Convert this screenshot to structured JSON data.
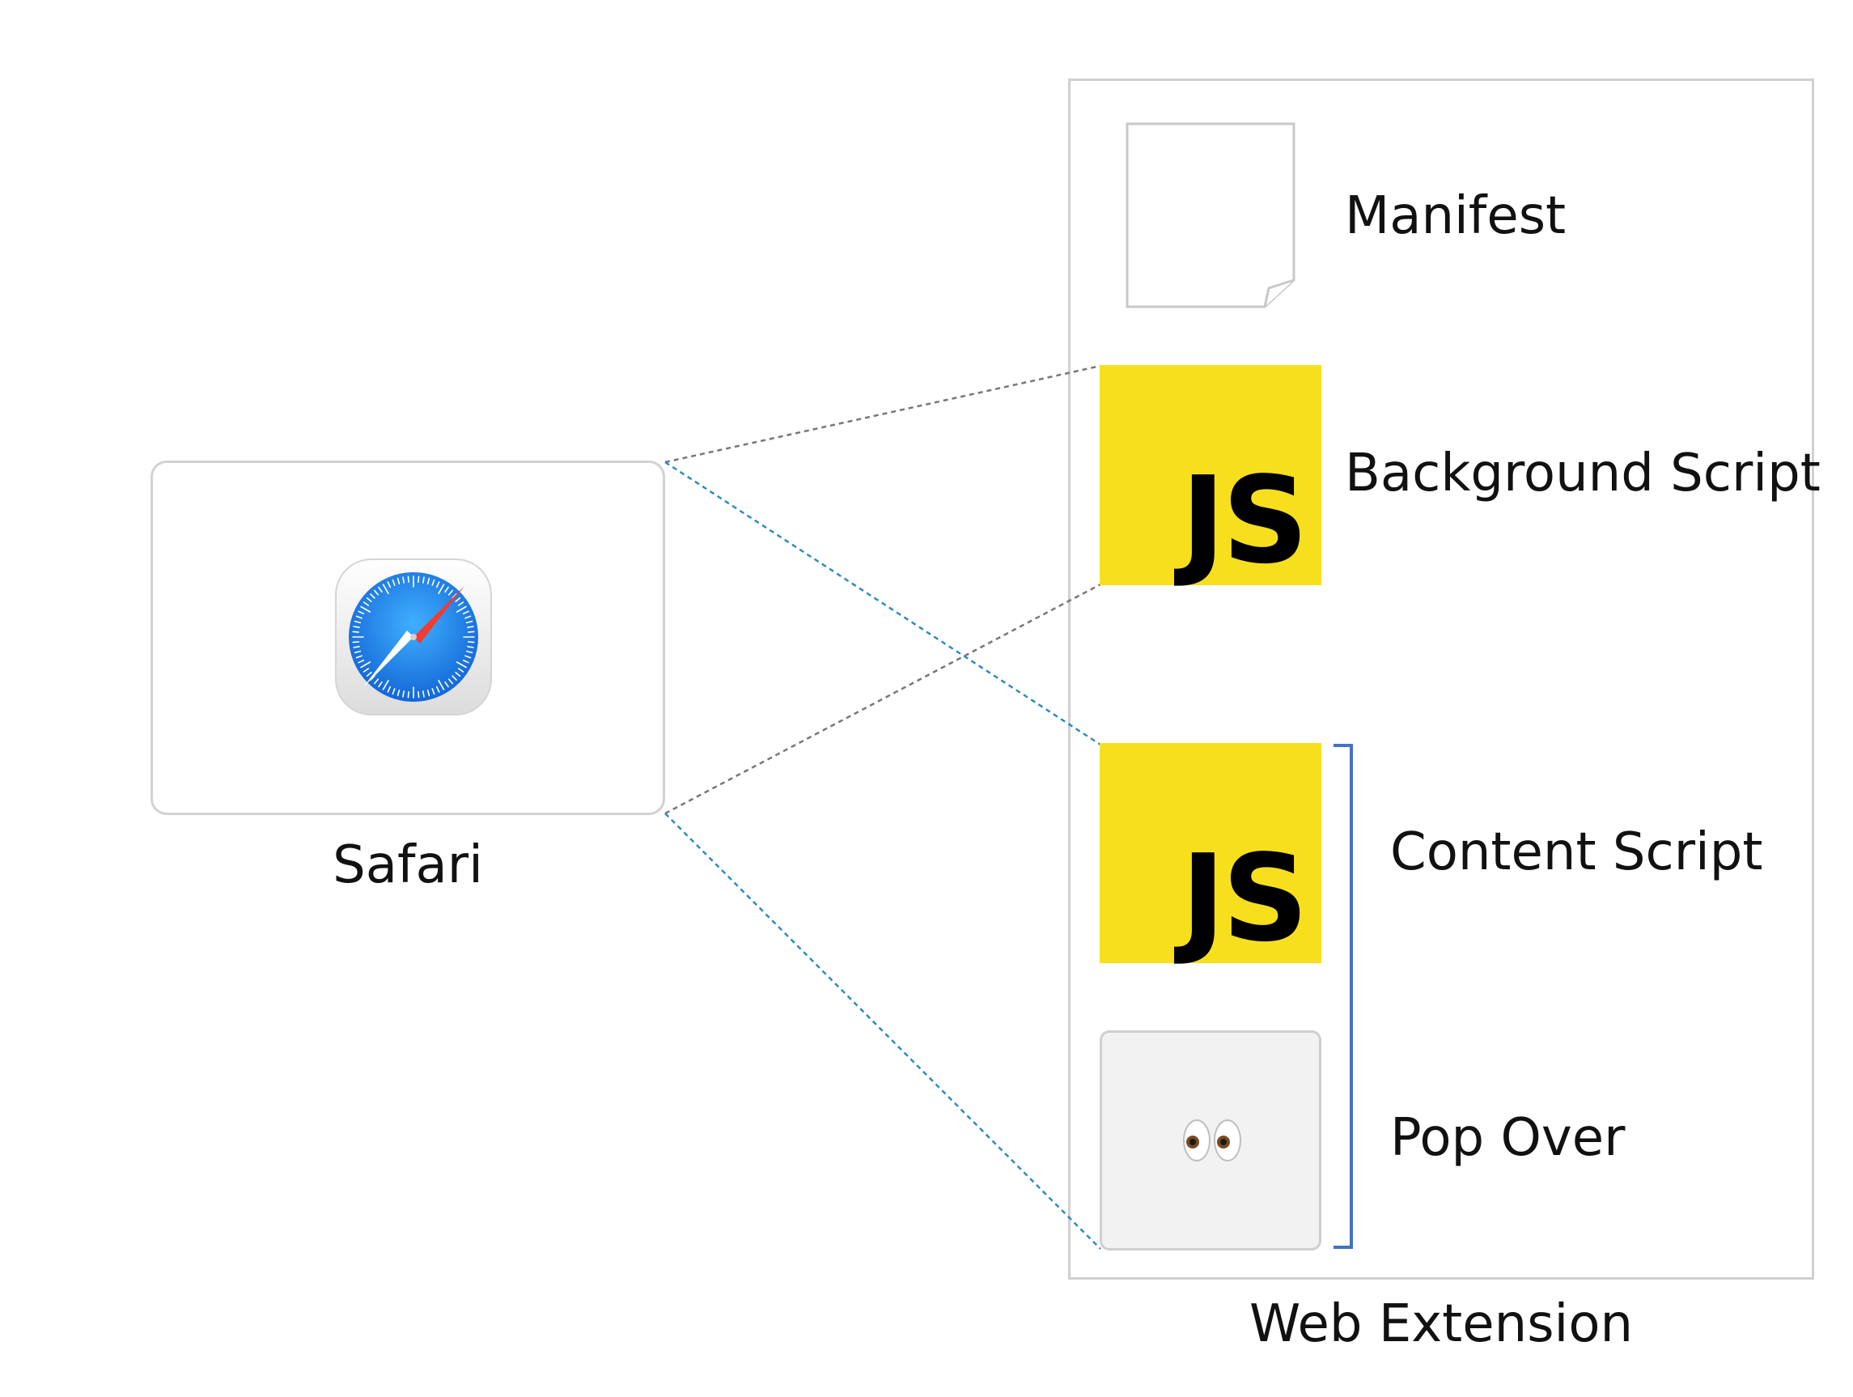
{
  "safari": {
    "label": "Safari",
    "icon": "safari-compass-icon"
  },
  "extension": {
    "label": "Web Extension",
    "components": {
      "manifest": {
        "label": "Manifest",
        "icon": "document-icon"
      },
      "background_script": {
        "label": "Background Script",
        "icon": "js-logo-icon",
        "logo_text": "JS"
      },
      "content_script": {
        "label": "Content Script",
        "icon": "js-logo-icon",
        "logo_text": "JS"
      },
      "pop_over": {
        "label": "Pop Over",
        "icon": "eyes-icon"
      }
    }
  },
  "colors": {
    "js_yellow": "#f7df1e",
    "bracket_blue": "#4472c4",
    "gray_connector": "#777777",
    "blue_connector": "#2e8bc0",
    "safari_blue": "#1e88ef"
  }
}
